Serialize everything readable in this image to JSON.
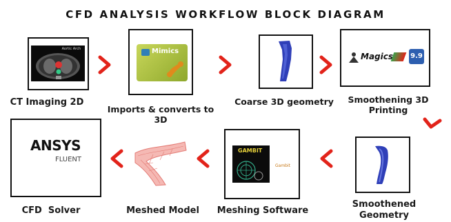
{
  "title": "CFD ANALYSIS WORKFLOW BLOCK DIAGRAM",
  "steps": [
    {
      "label": "CT Imaging 2D",
      "inner_text": "Aortic Arch"
    },
    {
      "label_line1": "Imports & converts to",
      "label_line2": "3D",
      "inner_text": "Mimics"
    },
    {
      "label": "Coarse 3D geometry"
    },
    {
      "label_line1": "Smoothening 3D",
      "label_line2": "Printing",
      "inner_text": "Magics",
      "version": "9.9"
    },
    {
      "label_line1": "Smoothened",
      "label_line2": "Geometry"
    },
    {
      "label": "Meshing Software",
      "inner_text": "GAMBIT",
      "inner_text2": "Gambit"
    },
    {
      "label": "Meshed Model"
    },
    {
      "label": "CFD  Solver",
      "inner_text": "ANSYS",
      "inner_text2": "FLUENT"
    }
  ],
  "colors": {
    "arrow": "#e2231a",
    "vessel": "#2f3fb8",
    "border": "#111111"
  }
}
